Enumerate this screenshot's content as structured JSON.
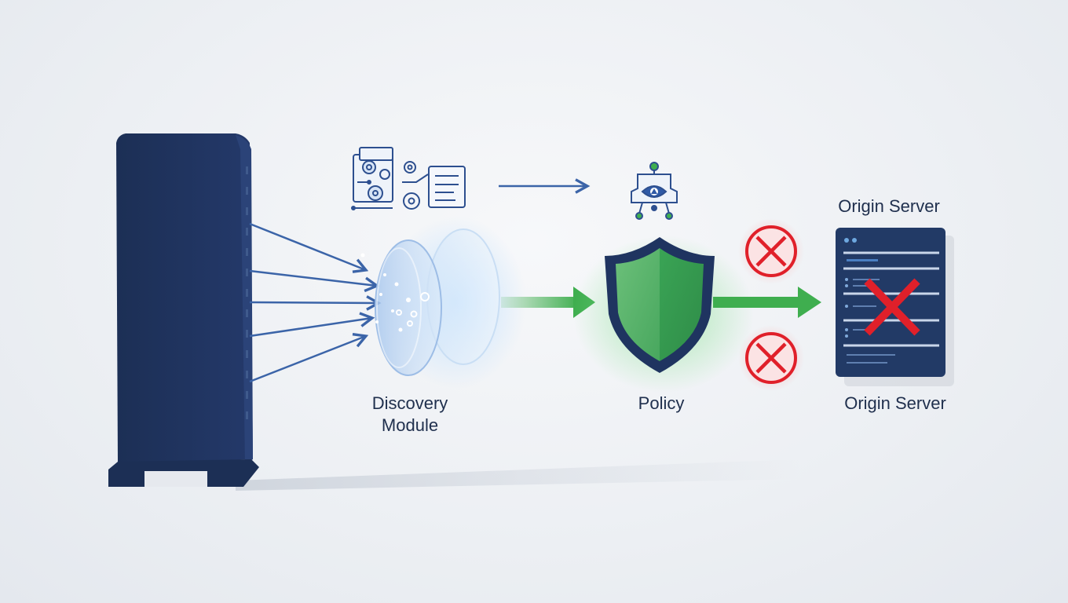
{
  "labels": {
    "discovery_line1": "Discovery",
    "discovery_line2": "Module",
    "policy": "Policy",
    "origin_server_top": "Origin Server",
    "origin_server_bottom": "Origin Server"
  },
  "icons": {
    "source": "tower-server-icon",
    "discovery_config": "gears-document-icon",
    "discovery_lens": "lens-filter-icon",
    "policy_agent": "agent-network-icon",
    "policy_shield": "shield-icon",
    "blocked": "blocked-x-circle-icon",
    "origin": "rack-server-icon",
    "origin_fail": "red-x-icon"
  },
  "colors": {
    "navy": "#1f3460",
    "blue_arrow": "#3b64a8",
    "green": "#3fae4f",
    "red": "#e0202a",
    "lens": "#b7d3f2"
  }
}
